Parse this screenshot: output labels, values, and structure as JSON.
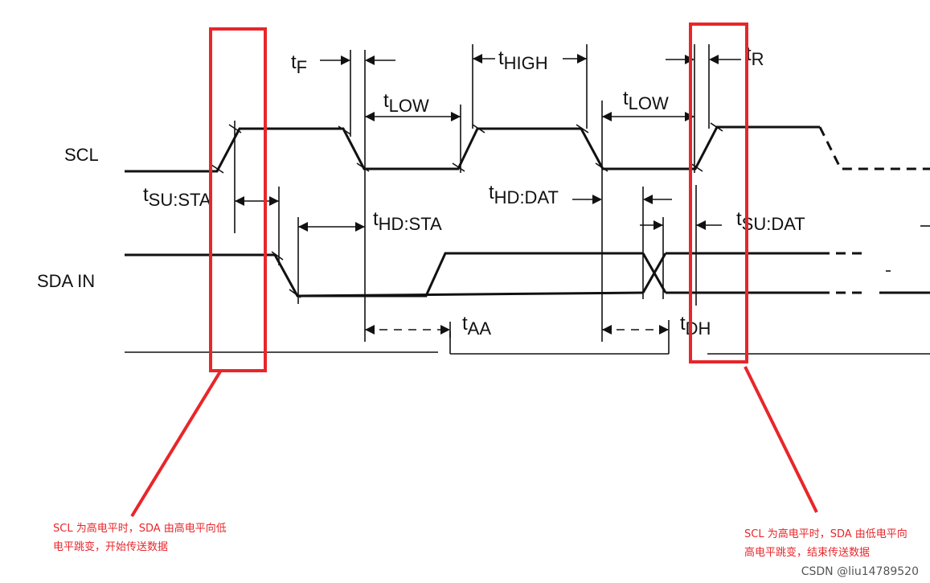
{
  "signals": {
    "scl": "SCL",
    "sda": "SDA IN"
  },
  "timing_labels": {
    "tF": {
      "t": "t",
      "sub": "F"
    },
    "tLOW1": {
      "t": "t",
      "sub": "LOW"
    },
    "tHIGH": {
      "t": "t",
      "sub": "HIGH"
    },
    "tLOW2": {
      "t": "t",
      "sub": "LOW"
    },
    "tR": {
      "t": "t",
      "sub": "R"
    },
    "tSU_STA": {
      "t": "t",
      "sub": "SU:STA"
    },
    "tHD_STA": {
      "t": "t",
      "sub": "HD:STA"
    },
    "tHD_DAT": {
      "t": "t",
      "sub": "HD:DAT"
    },
    "tSU_DAT": {
      "t": "t",
      "sub": "SU:DAT"
    },
    "tAA": {
      "t": "t",
      "sub": "AA"
    },
    "tDH": {
      "t": "t",
      "sub": "DH"
    }
  },
  "annotations": {
    "start": "SCL 为高电平时，SDA 由高电平向低\n电平跳变，开始传送数据",
    "stop": "SCL 为高电平时，SDA 由低电平向\n高电平跳变，结束传送数据"
  },
  "colors": {
    "highlight": "#e8262a",
    "ink": "#111111"
  },
  "watermark": "CSDN @liu14789520"
}
